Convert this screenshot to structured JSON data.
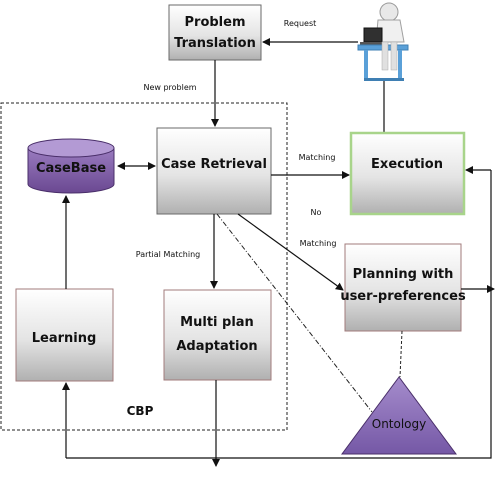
{
  "nodes": {
    "problem_translation": {
      "line1": "Problem",
      "line2": "Translation"
    },
    "casebase": {
      "label": "CaseBase"
    },
    "case_retrieval": {
      "label": "Case Retrieval"
    },
    "execution": {
      "label": "Execution"
    },
    "learning": {
      "label": "Learning"
    },
    "multi_plan": {
      "line1": "Multi plan",
      "line2": "Adaptation"
    },
    "planning": {
      "line1": "Planning with",
      "line2": "user-preferences"
    },
    "ontology": {
      "label": "Ontology"
    }
  },
  "edge_labels": {
    "request": "Request",
    "new_problem": "New problem",
    "matching": "Matching",
    "no": "No",
    "no_matching": "Matching",
    "partial_matching": "Partial Matching"
  },
  "region_label": "CBP",
  "colors": {
    "box_fill_top": "#ffffff",
    "box_fill_bottom": "#b8b8b8",
    "casebase_fill": "#7e5aa0",
    "ontology_fill": "#8a6fb5",
    "execution_border": "#a8d48a",
    "accent_border": "#d98c8c"
  }
}
